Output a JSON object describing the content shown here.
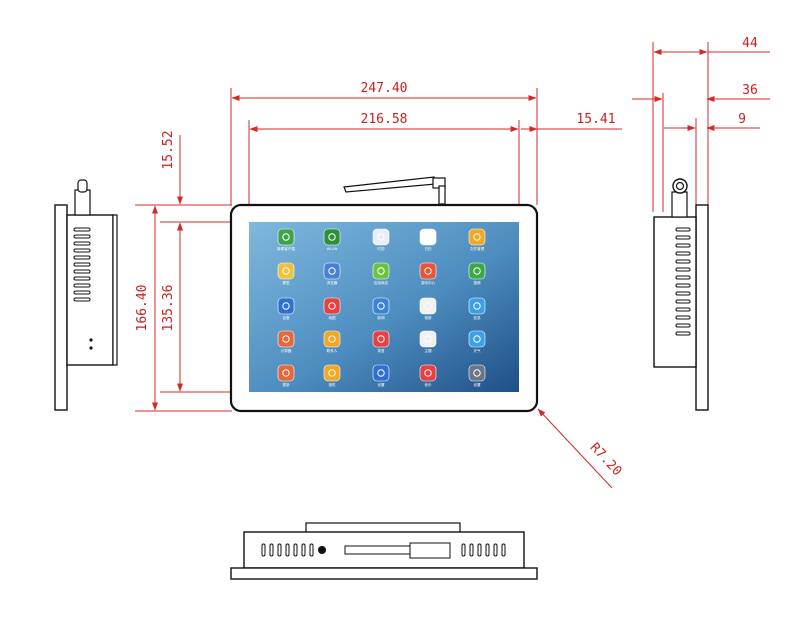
{
  "dimensions": {
    "overall_width": "247.40",
    "screen_width": "216.58",
    "side_margin": "15.41",
    "top_margin": "15.52",
    "overall_height": "166.40",
    "screen_height": "135.36",
    "corner_radius": "R7.20",
    "depth_total": "44",
    "depth_body": "36",
    "depth_front": "9"
  },
  "apps": [
    {
      "label": "新闻客户端",
      "color": "#3fa34d",
      "icon": "app-icon"
    },
    {
      "label": "WLAN",
      "color": "#2d8f3a",
      "icon": "wifi-icon"
    },
    {
      "label": "时钟",
      "color": "#e8eef7",
      "icon": "clock-icon"
    },
    {
      "label": "日历",
      "color": "#ffffff",
      "icon": "calendar-icon"
    },
    {
      "label": "文件管理",
      "color": "#f5a623",
      "icon": "folder-icon"
    },
    {
      "label": "便签",
      "color": "#f0c13a",
      "icon": "note-icon"
    },
    {
      "label": "浏览器",
      "color": "#4a7fd6",
      "icon": "browser-icon"
    },
    {
      "label": "应用商店",
      "color": "#6dc23f",
      "icon": "store-icon"
    },
    {
      "label": "游戏中心",
      "color": "#e8543a",
      "icon": "game-icon"
    },
    {
      "label": "视频",
      "color": "#3aa845",
      "icon": "video-icon"
    },
    {
      "label": "百度",
      "color": "#2f6fd6",
      "icon": "paw-icon"
    },
    {
      "label": "地图",
      "color": "#e84040",
      "icon": "map-icon"
    },
    {
      "label": "新闻",
      "color": "#3a84d8",
      "icon": "news-icon"
    },
    {
      "label": "相册",
      "color": "#f0f0f0",
      "icon": "photo-icon"
    },
    {
      "label": "信息",
      "color": "#3aa0e8",
      "icon": "message-icon"
    },
    {
      "label": "计算器",
      "color": "#e8673a",
      "icon": "calculator-icon"
    },
    {
      "label": "联系人",
      "color": "#f5a623",
      "icon": "contacts-icon"
    },
    {
      "label": "录音",
      "color": "#e84040",
      "icon": "record-icon"
    },
    {
      "label": "主题",
      "color": "#f0f0f0",
      "icon": "theme-icon"
    },
    {
      "label": "天气",
      "color": "#3aa0e8",
      "icon": "weather-icon"
    },
    {
      "label": "更新",
      "color": "#e8673a",
      "icon": "update-icon"
    },
    {
      "label": "相机",
      "color": "#f5a623",
      "icon": "camera-icon"
    },
    {
      "label": "设置",
      "color": "#2f6fd6",
      "icon": "settings-icon"
    },
    {
      "label": "音乐",
      "color": "#e84040",
      "icon": "music-icon"
    },
    {
      "label": "设置",
      "color": "#6a7585",
      "icon": "gear-icon"
    }
  ]
}
